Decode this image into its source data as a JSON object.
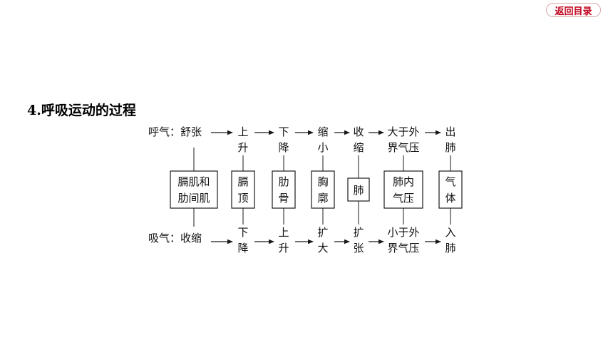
{
  "nav": {
    "return_label": "返回目录"
  },
  "section_title": "4.呼吸运动的过程",
  "diagram": {
    "exhale": {
      "label": "呼气：舒张",
      "steps": [
        [
          "上",
          "升"
        ],
        [
          "下",
          "降"
        ],
        [
          "缩",
          "小"
        ],
        [
          "收",
          "缩"
        ],
        [
          "大于外",
          "界气压"
        ],
        [
          "出",
          "肺"
        ]
      ]
    },
    "structures": [
      [
        "膈肌和",
        "肋间肌"
      ],
      [
        "膈",
        "顶"
      ],
      [
        "肋",
        "骨"
      ],
      [
        "胸",
        "廓"
      ],
      [
        "肺"
      ],
      [
        "肺内",
        "气压"
      ],
      [
        "气",
        "体"
      ]
    ],
    "inhale": {
      "label": "吸气：收缩",
      "steps": [
        [
          "下",
          "降"
        ],
        [
          "上",
          "升"
        ],
        [
          "扩",
          "大"
        ],
        [
          "扩",
          "张"
        ],
        [
          "小于外",
          "界气压"
        ],
        [
          "入",
          "肺"
        ]
      ]
    },
    "colors": {
      "line": "#1a1a1a",
      "text": "#111111"
    }
  }
}
